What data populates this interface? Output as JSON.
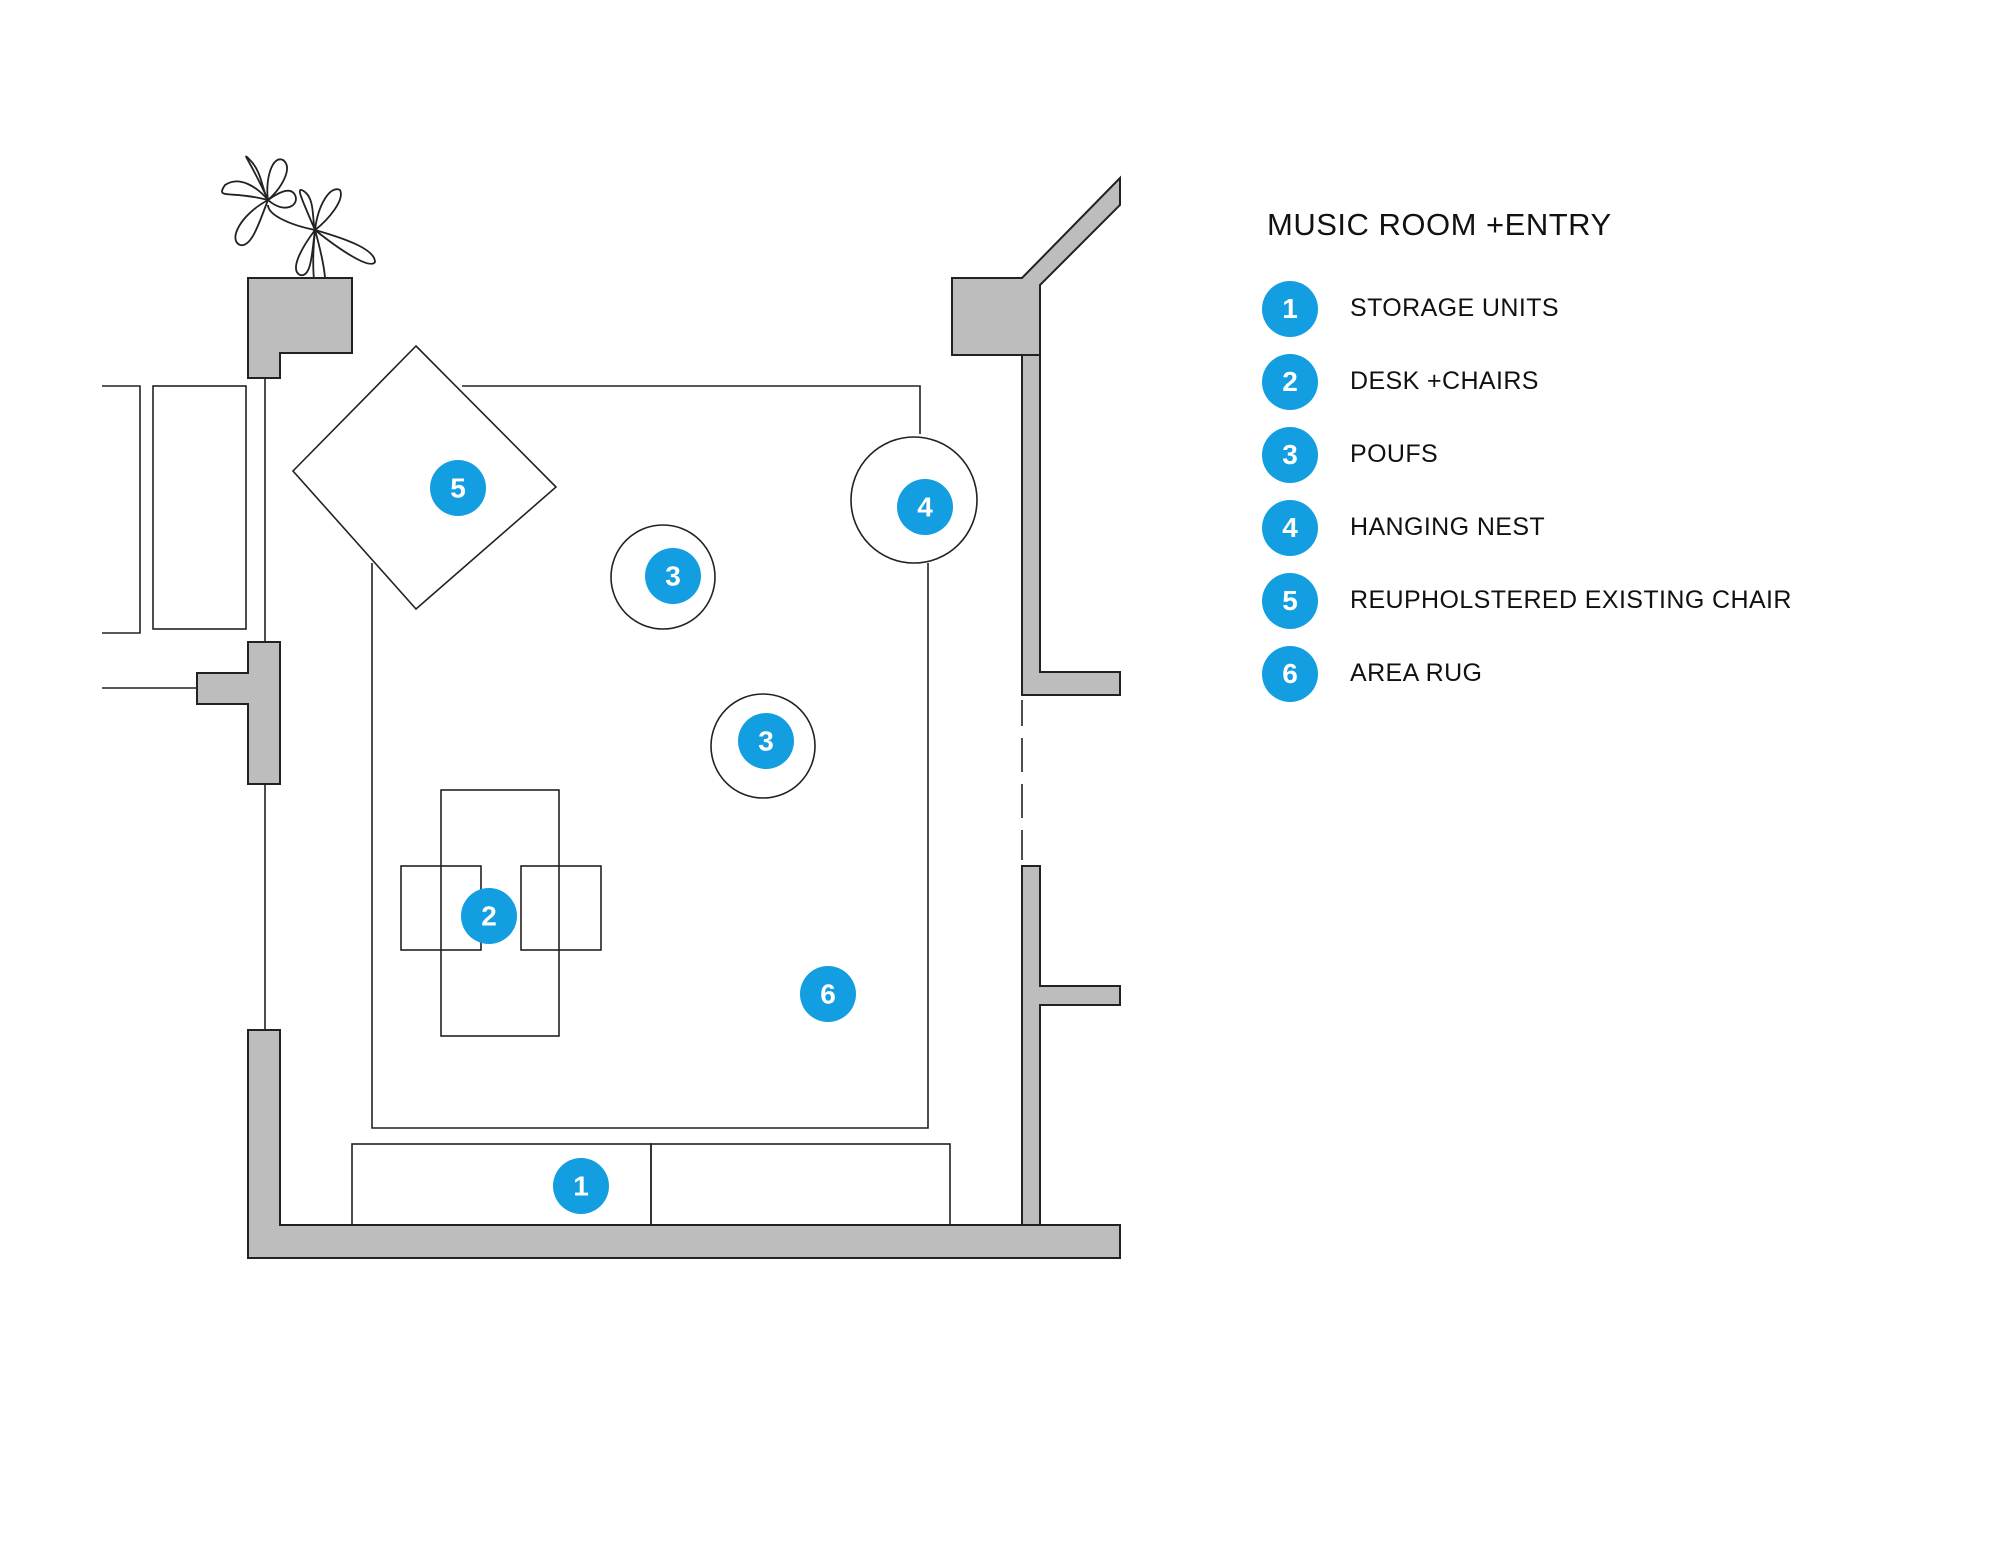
{
  "legend": {
    "title": "MUSIC ROOM +ENTRY",
    "items": [
      {
        "number": "1",
        "label": "STORAGE UNITS"
      },
      {
        "number": "2",
        "label": "DESK +CHAIRS"
      },
      {
        "number": "3",
        "label": "POUFS"
      },
      {
        "number": "4",
        "label": "HANGING NEST"
      },
      {
        "number": "5",
        "label": "REUPHOLSTERED EXISTING CHAIR"
      },
      {
        "number": "6",
        "label": "AREA RUG"
      }
    ]
  },
  "plan": {
    "markers": [
      "1",
      "2",
      "3",
      "3",
      "4",
      "5",
      "6"
    ]
  },
  "colors": {
    "badge": "#129ee0",
    "wall_fill": "#bdbdbd",
    "line": "#222222"
  }
}
